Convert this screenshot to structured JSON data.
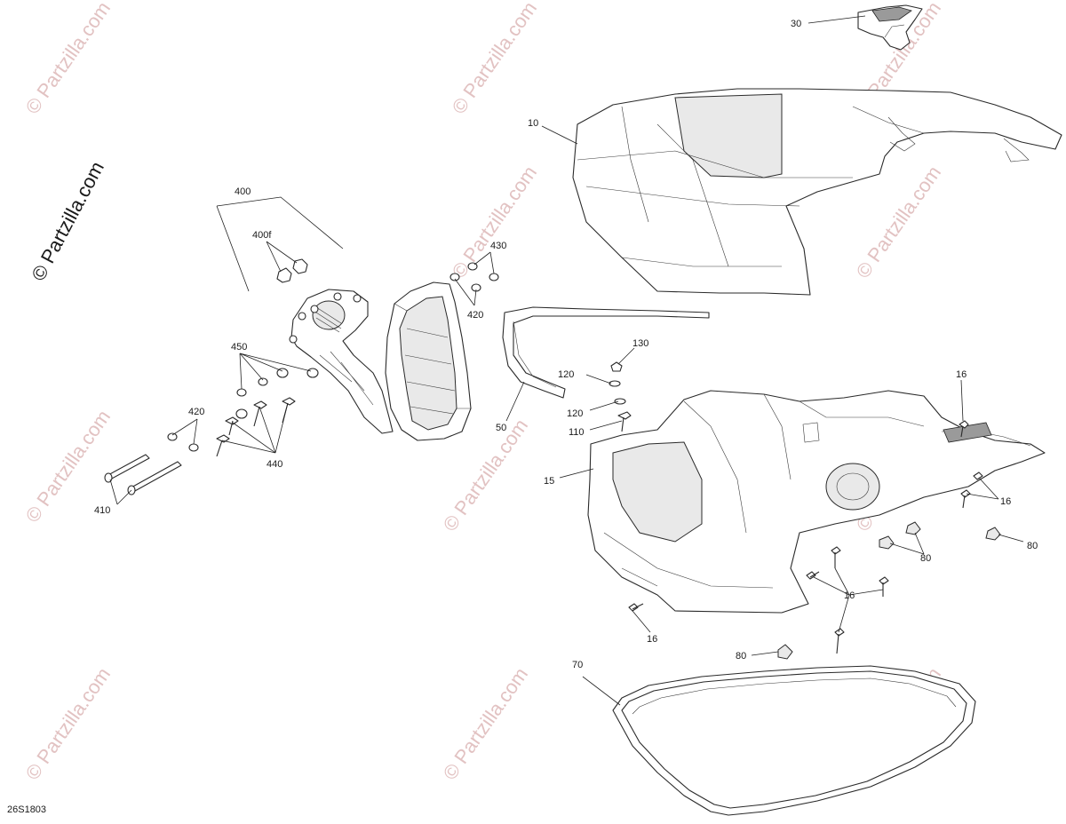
{
  "watermark": {
    "main_text": "© Partzilla.com",
    "tile_text": "© Partzilla.com"
  },
  "diagram": {
    "code": "26S1803",
    "callouts": [
      {
        "id": "30",
        "label": "30"
      },
      {
        "id": "10",
        "label": "10"
      },
      {
        "id": "400",
        "label": "400"
      },
      {
        "id": "400f",
        "label": "400f"
      },
      {
        "id": "430",
        "label": "430"
      },
      {
        "id": "420a",
        "label": "420"
      },
      {
        "id": "450",
        "label": "450"
      },
      {
        "id": "420b",
        "label": "420"
      },
      {
        "id": "440",
        "label": "440"
      },
      {
        "id": "410",
        "label": "410"
      },
      {
        "id": "130",
        "label": "130"
      },
      {
        "id": "120a",
        "label": "120"
      },
      {
        "id": "120b",
        "label": "120"
      },
      {
        "id": "110",
        "label": "110"
      },
      {
        "id": "50",
        "label": "50"
      },
      {
        "id": "15",
        "label": "15"
      },
      {
        "id": "16a",
        "label": "16"
      },
      {
        "id": "16b",
        "label": "16"
      },
      {
        "id": "80a",
        "label": "80"
      },
      {
        "id": "80b",
        "label": "80"
      },
      {
        "id": "16c",
        "label": "16"
      },
      {
        "id": "16d",
        "label": "16"
      },
      {
        "id": "80c",
        "label": "80"
      },
      {
        "id": "70",
        "label": "70"
      }
    ]
  }
}
